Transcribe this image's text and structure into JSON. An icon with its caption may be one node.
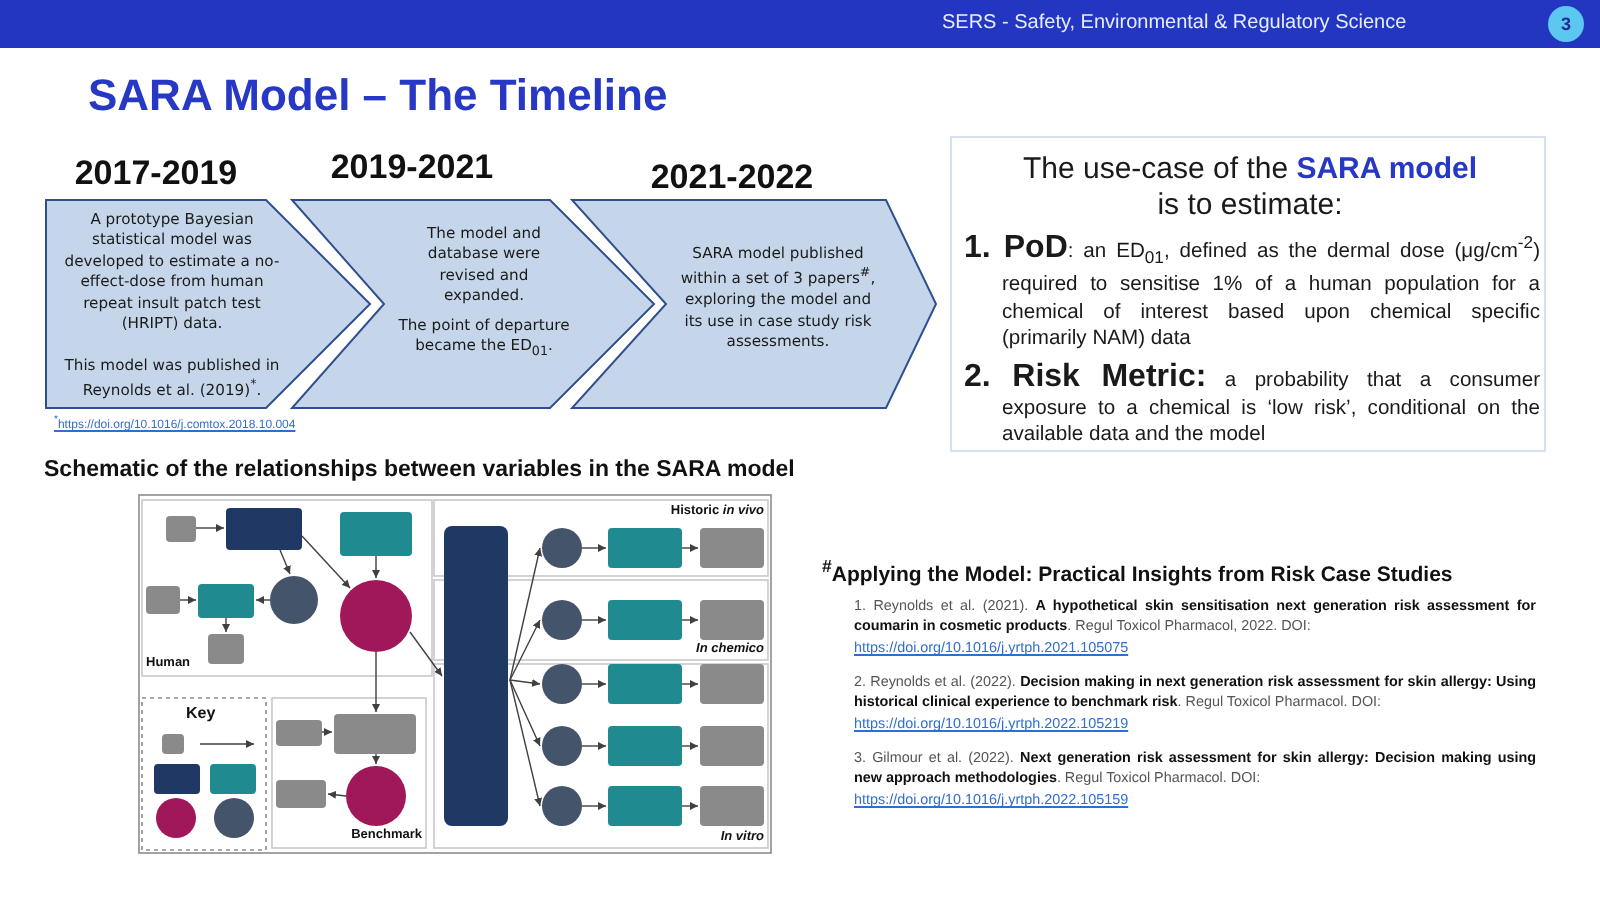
{
  "diagram": {
    "title": "SARA Model – The Timeline",
    "nodes": [
      {
        "text": [
          "SERS - Safety, Environmental & Regulatory Science"
        ]
      },
      {
        "text": [
          "3"
        ],
        "in": 0
      },
      {
        "text": [
          "A prototype Bayesian statistical model was developed to estimate a no-effect-dose from human repeat insult patch test (HRIPT) data.",
          "This model was published in Reynolds et al. (2019)$^{*}$."
        ],
        "beside": [
          "2017-2019"
        ]
      },
      {
        "text": [
          "The model and database were revised and expanded.",
          "The point of departure became the ED$_{01}$."
        ],
        "beside": [
          "2019-2021"
        ]
      },
      {
        "text": [
          "SARA model published within a set of 3 papers$^{#}$, exploring the model and its use in case study risk assessments."
        ],
        "beside": [
          "2021-2022"
        ]
      },
      {
        "text": [
          "The use-case of the **SARA model** is to estimate:",
          "**1. PoD**: an ED$_{01}$, defined as the dermal dose (μg/cm$^{-2}$) required to sensitise 1% of a human population for a chemical of interest based upon chemical specific (primarily NAM) data",
          "**2. Risk Metric:** a probability that a consumer exposure to a chemical is ‘low risk’, conditional on the available data and the model"
        ]
      },
      {
        "text": [],
        "shape": "picture",
        "beside": [
          "Schematic of the relationships between variables in the SARA model"
        ]
      }
    ],
    "labels": [
      "$^{*}$https://doi.org/10.1016/j.comtox.2018.10.004",
      "Historic *in vivo*",
      "In chemico",
      "Human",
      "Key",
      "Benchmark",
      "In vitro",
      "$^{#}$Applying the Model: Practical Insights from Risk Case Studies",
      "1. Reynolds et al. (2021). **A hypothetical skin sensitisation next generation risk assessment for coumarin in cosmetic products**. Regul Toxicol Pharmacol, 2022. DOI:",
      "https://doi.org/10.1016/j.yrtph.2021.105075",
      "2. Reynolds et al. (2022). **Decision making in next generation risk assessment for skin allergy: Using historical clinical experience to benchmark risk**. Regul Toxicol Pharmacol. DOI:",
      "https://doi.org/10.1016/j.yrtph.2022.105219",
      "3. Gilmour et al. (2022). **Next generation risk assessment for skin allergy: Decision making using new approach methodologies**. Regul Toxicol Pharmacol. DOI:",
      "https://doi.org/10.1016/j.yrtph.2022.105159"
    ]
  }
}
